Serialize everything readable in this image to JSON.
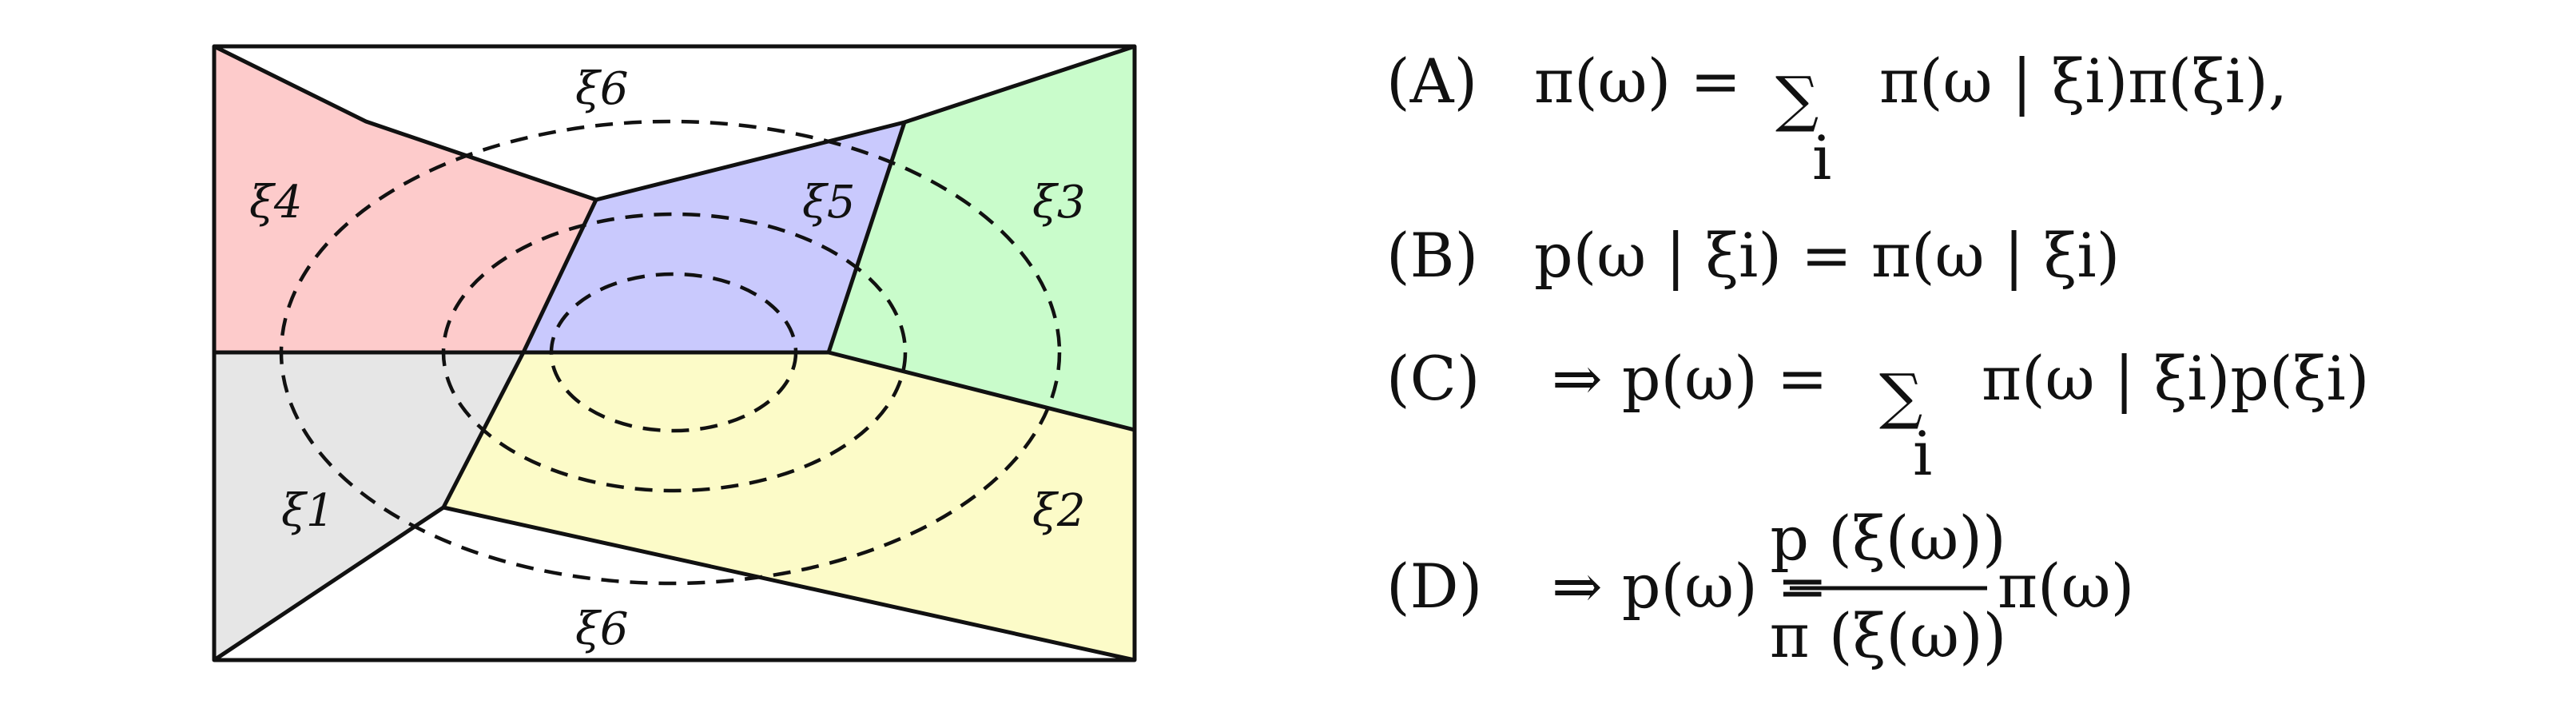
{
  "diagram": {
    "colors": {
      "xi1": "#e6e6e6",
      "xi2": "#fcfbc8",
      "xi3": "#c9fccb",
      "xi4": "#fdcbcb",
      "xi5": "#c9c9fd",
      "xi6": "#ffffff",
      "stroke": "#111111"
    },
    "region_labels": {
      "xi1": "ξ1",
      "xi2": "ξ2",
      "xi3": "ξ3",
      "xi4": "ξ4",
      "xi5": "ξ5",
      "xi6_top": "ξ6",
      "xi6_bottom": "ξ6"
    }
  },
  "equations": {
    "A": {
      "tag": "(A)",
      "lhs": "π(ω) =",
      "sum": "∑",
      "sum_index": "i",
      "rhs": "π(ω | ξi)π(ξi),"
    },
    "B": {
      "tag": "(B)",
      "body": "p(ω | ξi) = π(ω | ξi)"
    },
    "C": {
      "tag": "(C)",
      "lhs": "⇒ p(ω) =",
      "sum": "∑",
      "sum_index": "i",
      "rhs": "π(ω | ξi)p(ξi)"
    },
    "D": {
      "tag": "(D)",
      "lhs": "⇒ p(ω) =",
      "numerator": "p (ξ(ω))",
      "denominator": "π (ξ(ω))",
      "rhs": "π(ω)"
    }
  }
}
